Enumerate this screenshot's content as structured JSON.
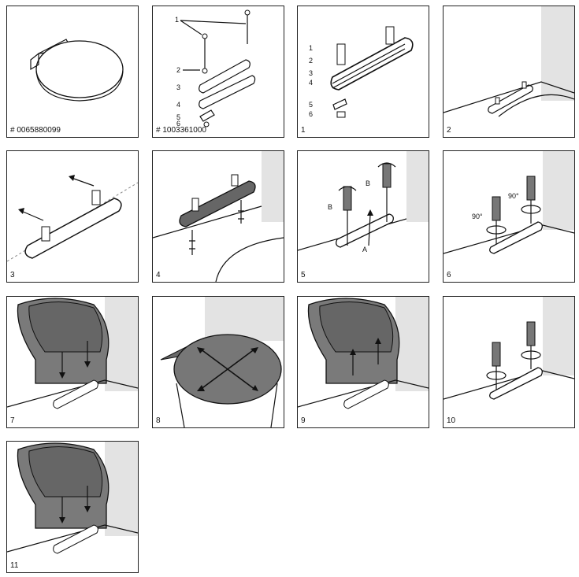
{
  "panels": [
    {
      "caption": "# 0065880099"
    },
    {
      "caption": "# 1003361000"
    },
    {
      "caption": "1"
    },
    {
      "caption": "2"
    },
    {
      "caption": "3"
    },
    {
      "caption": "4"
    },
    {
      "caption": "5"
    },
    {
      "caption": "6"
    },
    {
      "caption": "7"
    },
    {
      "caption": "8"
    },
    {
      "caption": "9"
    },
    {
      "caption": "10"
    },
    {
      "caption": "11"
    }
  ],
  "labels": {
    "n1": "1",
    "n2": "2",
    "n3": "3",
    "n4": "4",
    "n5": "5",
    "n6": "6",
    "a": "A",
    "b": "B",
    "deg": "90°"
  },
  "colors": {
    "seat": "#7a7a7a",
    "seat_dark": "#5c5c5c",
    "wall": "#e3e3e3",
    "line": "#111111"
  }
}
